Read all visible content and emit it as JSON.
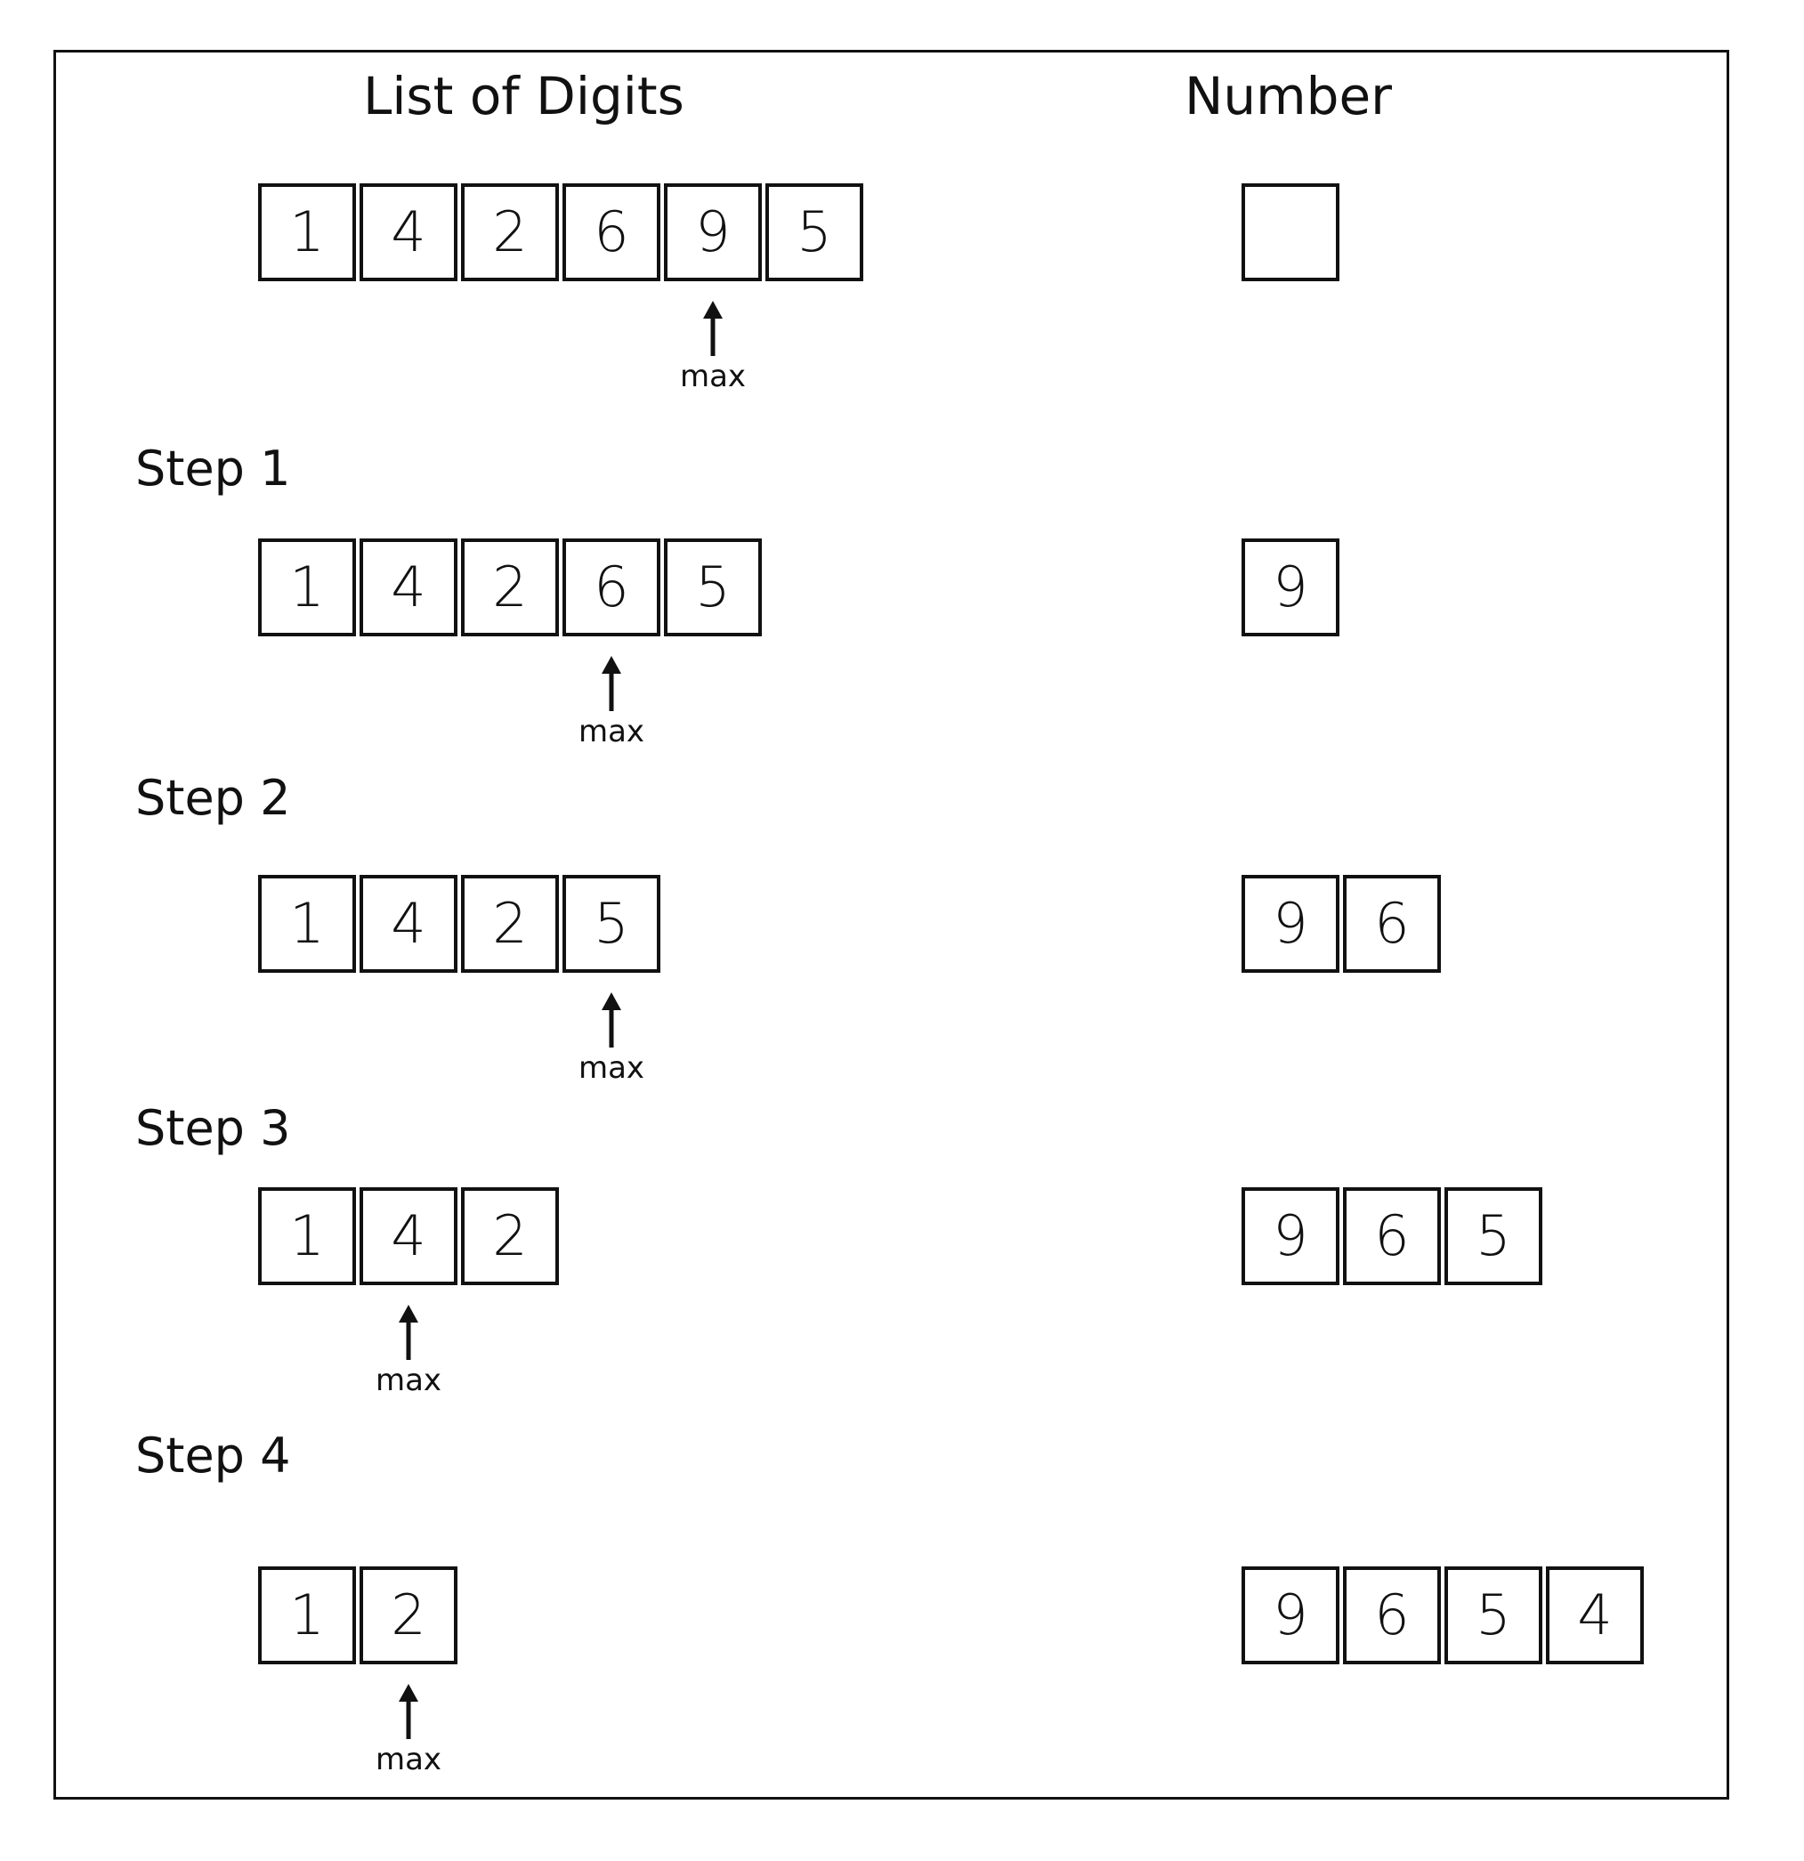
{
  "headers": {
    "list_title": "List of Digits",
    "number_title": "Number"
  },
  "pointer_label": "max",
  "rows": [
    {
      "step_label": "",
      "list_digits": [
        "1",
        "4",
        "2",
        "6",
        "9",
        "5"
      ],
      "max_index": 4,
      "number_digits": []
    },
    {
      "step_label": "Step 1",
      "list_digits": [
        "1",
        "4",
        "2",
        "6",
        "5"
      ],
      "max_index": 3,
      "number_digits": [
        "9"
      ]
    },
    {
      "step_label": "Step 2",
      "list_digits": [
        "1",
        "4",
        "2",
        "5"
      ],
      "max_index": 3,
      "number_digits": [
        "9",
        "6"
      ]
    },
    {
      "step_label": "Step 3",
      "list_digits": [
        "1",
        "4",
        "2"
      ],
      "max_index": 1,
      "number_digits": [
        "9",
        "6",
        "5"
      ]
    },
    {
      "step_label": "Step 4",
      "list_digits": [
        "1",
        "2"
      ],
      "max_index": 1,
      "number_digits": [
        "9",
        "6",
        "5",
        "4"
      ]
    }
  ]
}
